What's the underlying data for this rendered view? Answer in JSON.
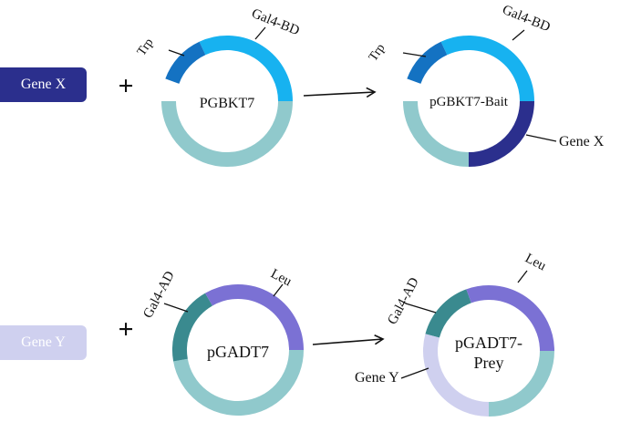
{
  "gene_x": {
    "label": "Gene X",
    "color": "#2b2f8d"
  },
  "gene_y": {
    "label": "Gene Y",
    "color": "#cfd0ef"
  },
  "plus_sign": "+",
  "colors": {
    "backbone_top": "#90c9cc",
    "gal4_bd": "#17b2f0",
    "trp": "#1472c2",
    "gene_x": "#2b2f8d",
    "gal4_ad": "#3a8a8f",
    "leu": "#7b71d4",
    "gene_y": "#cfd0ef"
  },
  "plasmids": {
    "pgbkt7": {
      "name": "PGBKT7",
      "labels": {
        "trp": "Trp",
        "gal4": "Gal4-BD"
      }
    },
    "bait": {
      "name": "pGBKT7-Bait",
      "labels": {
        "trp": "Trp",
        "gal4": "Gal4-BD",
        "gene": "Gene X"
      }
    },
    "pgadt7": {
      "name": "pGADT7",
      "labels": {
        "gal4": "Gal4-AD",
        "leu": "Leu"
      }
    },
    "prey": {
      "name_line1": "pGADT7-",
      "name_line2": "Prey",
      "labels": {
        "gal4": "Gal4-AD",
        "leu": "Leu",
        "gene": "Gene Y"
      }
    }
  }
}
